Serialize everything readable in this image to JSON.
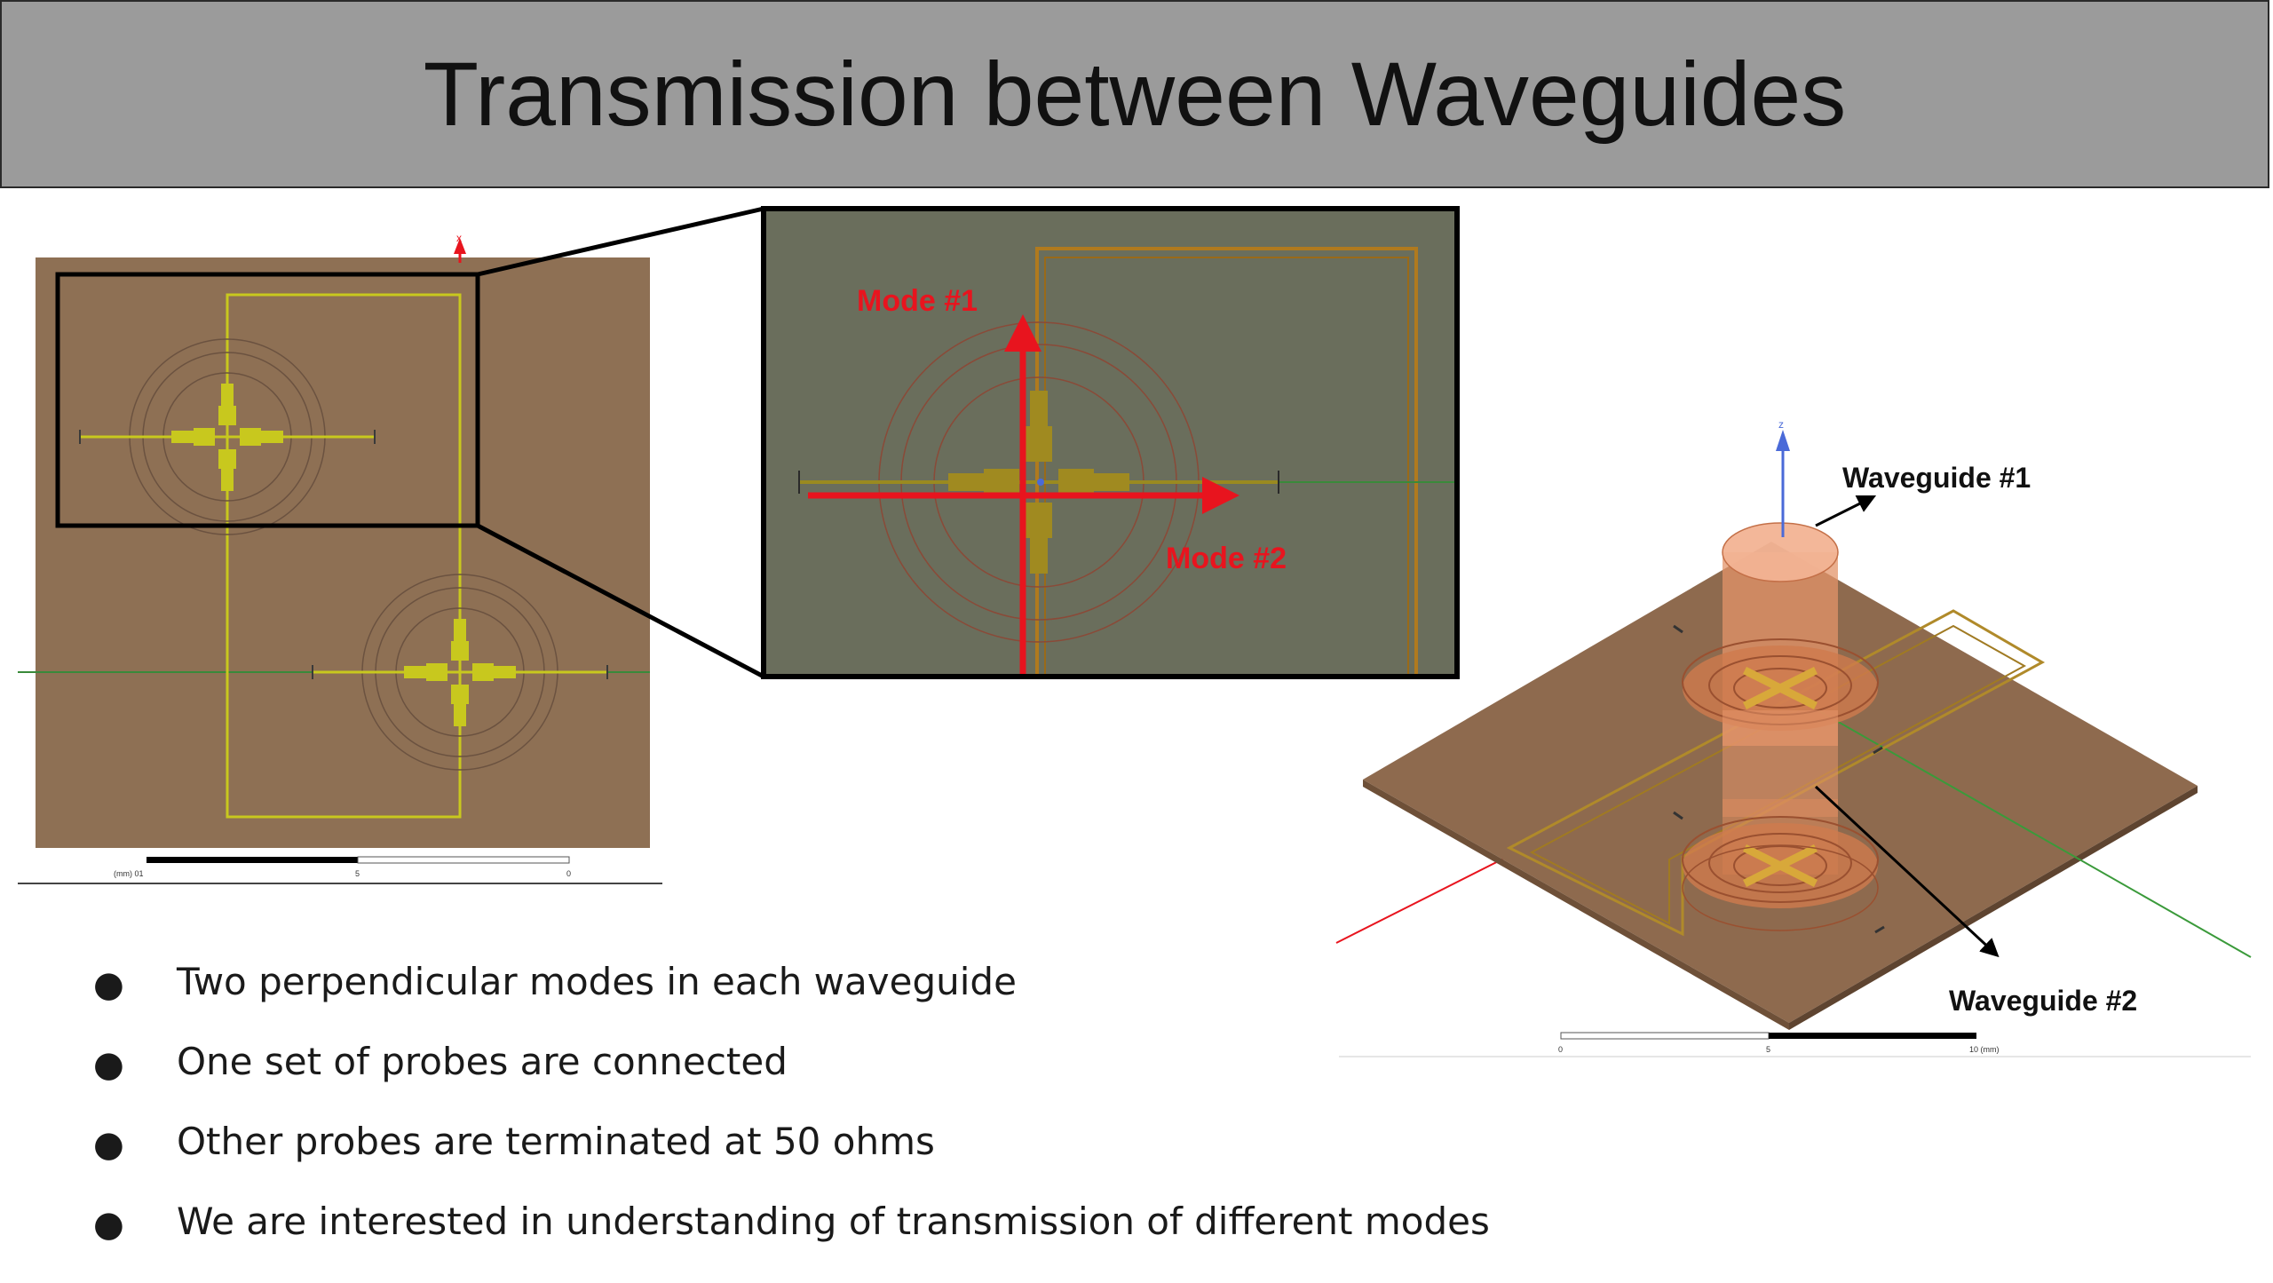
{
  "slide": {
    "title": "Transmission between Waveguides"
  },
  "figure_left": {
    "axis_label": "x",
    "scale_labels": [
      "(mm) 01",
      "5",
      "0"
    ]
  },
  "figure_zoom": {
    "mode1_label": "Mode #1",
    "mode2_label": "Mode #2"
  },
  "figure_iso": {
    "axis_label": "z",
    "waveguide1_label": "Waveguide #1",
    "waveguide2_label": "Waveguide #2",
    "scale_labels": [
      "0",
      "5",
      "10 (mm)"
    ]
  },
  "bullets": {
    "bullet_glyph": "●",
    "items": [
      "Two perpendicular modes in each waveguide",
      "One set of probes are connected",
      "Other probes are terminated at 50 ohms",
      "We are interested in understanding of transmission of different modes"
    ]
  },
  "colors": {
    "title_bar": "#9b9b9b",
    "substrate": "#8e7054",
    "zoom_background": "#6a6e5c",
    "probe_yellow": "#c8c81e",
    "annotation_red": "#e8141e"
  }
}
